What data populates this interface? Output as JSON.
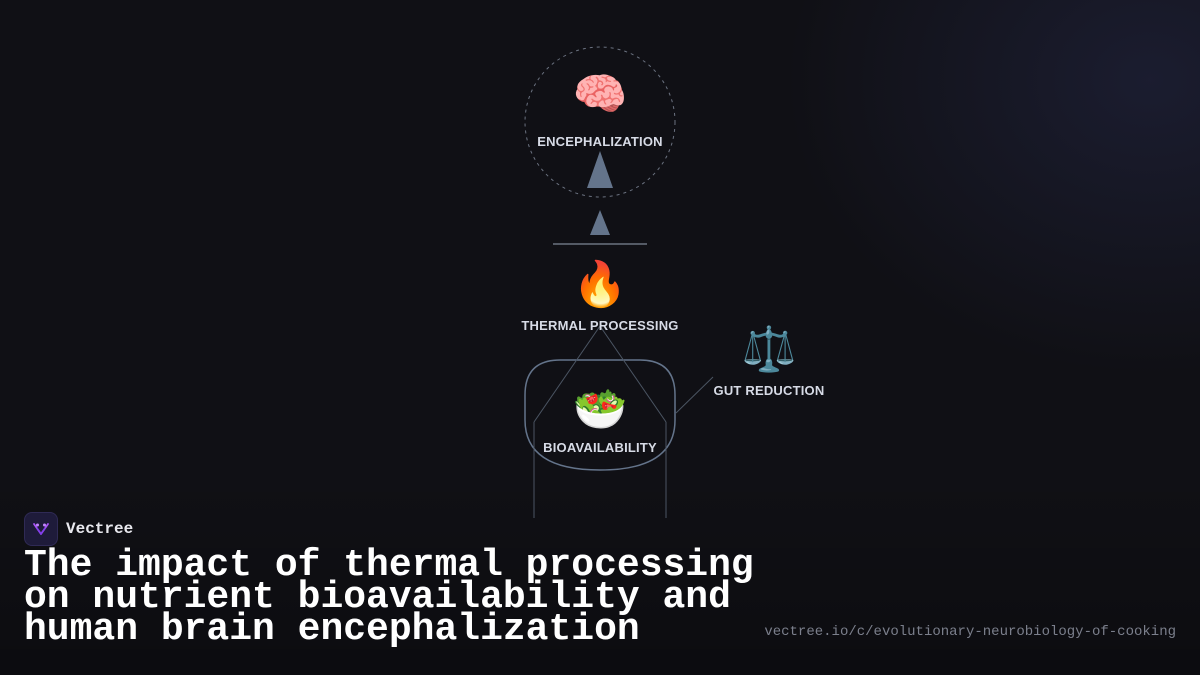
{
  "diagram": {
    "nodes": [
      {
        "id": "encephalization",
        "icon": "brain-icon",
        "emoji": "🧠",
        "label": "ENCEPHALIZATION"
      },
      {
        "id": "thermal-processing",
        "icon": "fire-icon",
        "emoji": "🔥",
        "label": "THERMAL PROCESSING"
      },
      {
        "id": "bioavailability",
        "icon": "salad-icon",
        "emoji": "🥗",
        "label": "BIOAVAILABILITY"
      },
      {
        "id": "gut-reduction",
        "icon": "balance-scale-icon",
        "emoji": "⚖️",
        "label": "GUT REDUCTION"
      }
    ],
    "colors": {
      "arrow": "#ef4444",
      "arrow_head": "#64748b",
      "outline": "#6b7280",
      "label": "#d7dbe6"
    }
  },
  "brand": {
    "name": "Vectree",
    "logo_color": "#a855f7"
  },
  "title": "The impact of thermal processing on nutrient bioavailability and human brain encephalization",
  "url": "vectree.io/c/evolutionary-neurobiology-of-cooking"
}
